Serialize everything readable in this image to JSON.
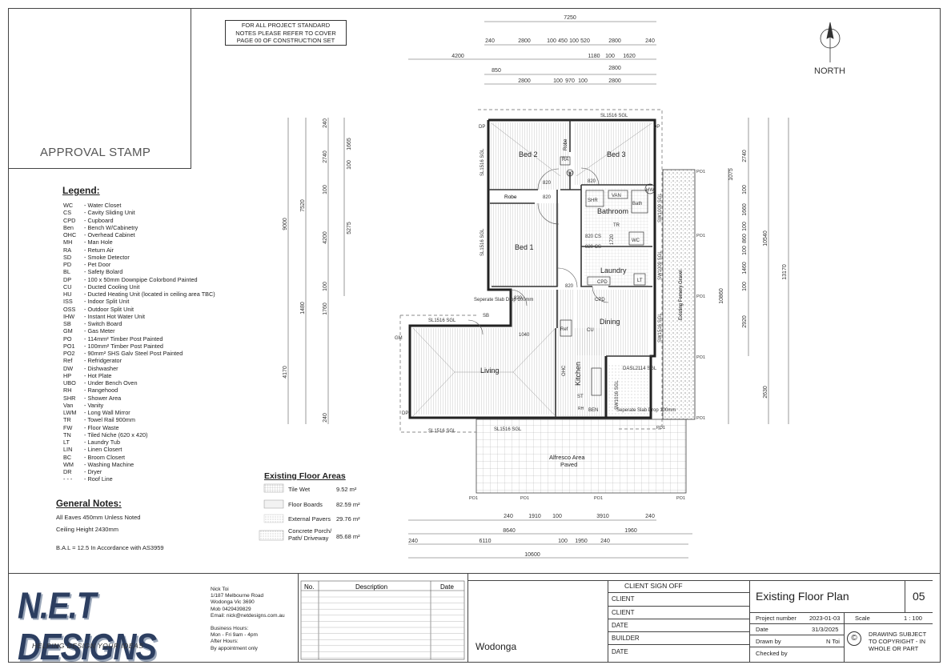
{
  "stamp": {
    "label": "APPROVAL STAMP"
  },
  "project_note": [
    "FOR ALL PROJECT STANDARD",
    "NOTES PLEASE REFER TO COVER",
    "PAGE 00 OF CONSTRUCTION SET"
  ],
  "north": "NORTH",
  "legend": {
    "title": "Legend:",
    "items": [
      [
        "WC",
        "- Water Closet"
      ],
      [
        "CS",
        "- Cavity Sliding Unit"
      ],
      [
        "CPD",
        "- Cupboard"
      ],
      [
        "Ben",
        "- Bench W/Cabinetry"
      ],
      [
        "OHC",
        "- Overhead Cabinet"
      ],
      [
        "MH",
        "- Man Hole"
      ],
      [
        "RA",
        "- Return Air"
      ],
      [
        "SD",
        "- Smoke Detector"
      ],
      [
        "PD",
        "- Pet Door"
      ],
      [
        "BL",
        "- Safety Bolard"
      ],
      [
        "DP",
        "- 100 x 50mm Downpipe Colorbond Painted"
      ],
      [
        "CU",
        "- Ducted Cooling Unit"
      ],
      [
        "HU",
        "- Ducted Heating Unit (located in ceiling area TBC)"
      ],
      [
        "ISS",
        "- Indoor Split Unit"
      ],
      [
        "OSS",
        "- Outdoor Split Unit"
      ],
      [
        "IHW",
        "- Instant Hot Water Unit"
      ],
      [
        "SB",
        "- Switch Board"
      ],
      [
        "GM",
        "- Gas Meter"
      ],
      [
        "PO",
        "- 114mm² Timber Post Painted"
      ],
      [
        "PO1",
        "- 100mm² Timber Post Painted"
      ],
      [
        "PO2",
        "- 90mm² SHS Galv Steel Post Painted"
      ],
      [
        "Ref",
        "- Refridgerator"
      ],
      [
        "DW",
        "- Dishwasher"
      ],
      [
        "HP",
        "- Hot Plate"
      ],
      [
        "UBO",
        "- Under Bench Oven"
      ],
      [
        "RH",
        "- Rangehood"
      ],
      [
        "SHR",
        "- Shower Area"
      ],
      [
        "Van",
        "- Vanity"
      ],
      [
        "LWM",
        "- Long Wall Mirror"
      ],
      [
        "TR",
        "- Towel Rail 900mm"
      ],
      [
        "FW",
        "- Floor Waste"
      ],
      [
        "TN",
        "- Tiled Niche (620 x 420)"
      ],
      [
        "LT",
        "- Laundry Tub"
      ],
      [
        "LIN",
        "- Linen Closert"
      ],
      [
        "BC",
        "- Broom Closert"
      ],
      [
        "WM",
        "- Washing Machine"
      ],
      [
        "DR",
        "- Dryer"
      ],
      [
        "- - -",
        "- Roof Line"
      ]
    ]
  },
  "general_notes": {
    "title": "General Notes:",
    "lines": [
      "All Eaves 450mm Unless Noted",
      "Ceiling Height 2430mm",
      "B.A.L = 12.5 In Accordance with AS3959"
    ]
  },
  "areas": {
    "title": "Existing Floor  Areas",
    "items": [
      {
        "label": "Tile Wet",
        "value": "9.52 m²"
      },
      {
        "label": "Floor Boards",
        "value": "82.59 m²"
      },
      {
        "label": "External Pavers",
        "value": "29.76 m²"
      },
      {
        "label": "Concrete Porch/ Path/ Driveway",
        "value": "85.68 m²"
      }
    ]
  },
  "rooms": {
    "bed2": "Bed 2",
    "bed3": "Bed 3",
    "bed1": "Bed 1",
    "bathroom": "Bathroom",
    "laundry": "Laundry",
    "dining": "Dining",
    "living": "Living",
    "kitchen": "Kitchen",
    "alfresco": "Alfresco Area",
    "paved": "Paved",
    "robe": "Robe",
    "robe2": "Robe",
    "existing_fernery": "Existing Fernery Gravel"
  },
  "plan_labels": {
    "sl_top": "SL1516 SGL",
    "sl_left1": "SL1516 SGL",
    "sl_left2": "SL1516 SGL",
    "sl_living": "SL1516 SGL",
    "sl_bot1": "SL1516 SGL",
    "sl_bot2": "SL1516 SGL",
    "sw_right1": "SW1009 SGL",
    "sw_right2": "SW1009 SGL",
    "sw_right3": "SW1516 SGL",
    "dasl": "DASL2114 SGL",
    "sw_kitchen": "SW1016 SGL",
    "slab1": "Seperate Slab Drop 100mm",
    "slab2": "Seperate Slab Drop 100mm",
    "d820": "820",
    "cs820": "820 CS",
    "d1040": "1040",
    "d1720": "1720",
    "po1": "PO1",
    "dp": "DP",
    "gm": "GM",
    "ra": "RA",
    "sd": "SD",
    "shr": "SHR",
    "van": "VAN",
    "bath": "Bath",
    "tr": "TR",
    "wc": "WC",
    "cpd": "CPD",
    "lt": "LT",
    "hw": "HW",
    "ref": "Ref",
    "cu": "CU",
    "sb": "SB",
    "ohc": "OHC",
    "st": "ST",
    "ben": "BEN",
    "rh": "RH"
  },
  "dims_top": {
    "overall": "7250",
    "row1": [
      "240",
      "2800",
      "100",
      "450",
      "100",
      "520",
      "2800",
      "240"
    ],
    "row2": [
      "4200",
      "1180",
      "100",
      "1620"
    ],
    "row3": [
      "850",
      "2800"
    ],
    "row4": [
      "2800",
      "100",
      "970",
      "100",
      "2800"
    ]
  },
  "dims_left": {
    "outer": [
      "9000",
      "4170"
    ],
    "mid": [
      "7520",
      "1480"
    ],
    "inner": [
      "240",
      "2740",
      "100",
      "4200",
      "100",
      "1760",
      "240"
    ],
    "inner2": [
      "1665",
      "100",
      "5275"
    ]
  },
  "dims_right": {
    "inner": [
      "1075",
      "2740",
      "100",
      "1660",
      "100",
      "860",
      "100",
      "1460",
      "100",
      "2920",
      "2630"
    ],
    "mid": [
      "10540",
      "10860"
    ],
    "outer": "13170"
  },
  "dims_bottom": {
    "row1": [
      "240",
      "1910",
      "100",
      "3910",
      "240"
    ],
    "row2": [
      "8640",
      "1960"
    ],
    "row3": [
      "240",
      "6110",
      "100",
      "1950",
      "240"
    ],
    "overall": "10600"
  },
  "title_block": {
    "logo": "N.E.T DESIGNS",
    "tagline": "HELPING DESIGN YOUR IDEAS",
    "contact": [
      "Nick Toi",
      "1/187 Melbourne Road",
      "Wodonga Vic 3690",
      "Mob 0429439829",
      "Email: nick@netdesigns.com.au"
    ],
    "hours": [
      "Business Hours:",
      "Mon - Fri 9am - 4pm",
      "After Hours:",
      "By appointment only"
    ],
    "rev_headers": {
      "no": "No.",
      "desc": "Description",
      "date": "Date"
    },
    "location": "Wodonga",
    "signoff_title": "CLIENT SIGN OFF",
    "signoff": [
      "CLIENT",
      "CLIENT",
      "DATE",
      "BUILDER",
      "DATE"
    ],
    "sheet_title": "Existing Floor Plan",
    "sheet_no": "05",
    "project_label": "Project number",
    "project_value": "2023-01-03",
    "scale_label": "Scale",
    "scale_value": "1 : 100",
    "date_label": "Date",
    "date_value": "31/3/2025",
    "drawn_label": "Drawn by",
    "drawn_value": "N Toi",
    "checked_label": "Checked by",
    "copyright": [
      "DRAWING SUBJECT",
      "TO COPYRIGHT - IN",
      "WHOLE OR PART"
    ]
  }
}
